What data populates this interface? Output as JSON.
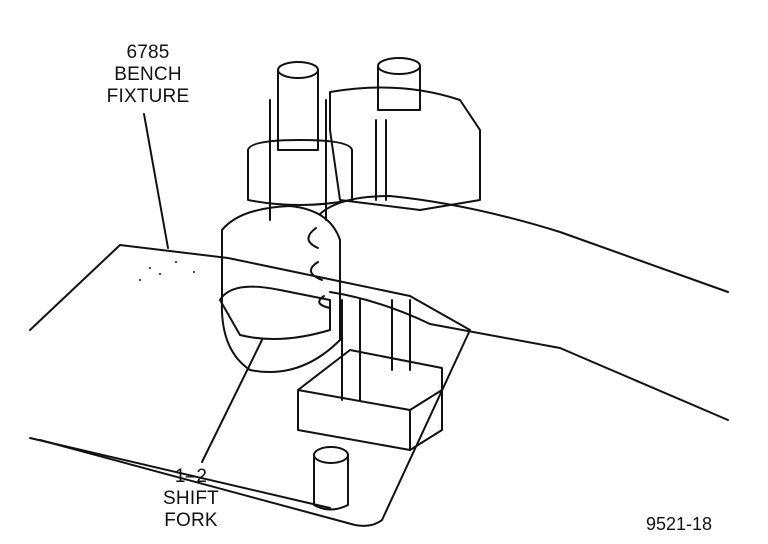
{
  "callouts": {
    "bench_fixture": [
      "6785",
      "BENCH",
      "FIXTURE"
    ],
    "shift_fork": [
      "1–2",
      "SHIFT",
      "FORK"
    ]
  },
  "figure_number": "9521-18",
  "colors": {
    "ink": "#111111",
    "paper": "#ffffff"
  }
}
